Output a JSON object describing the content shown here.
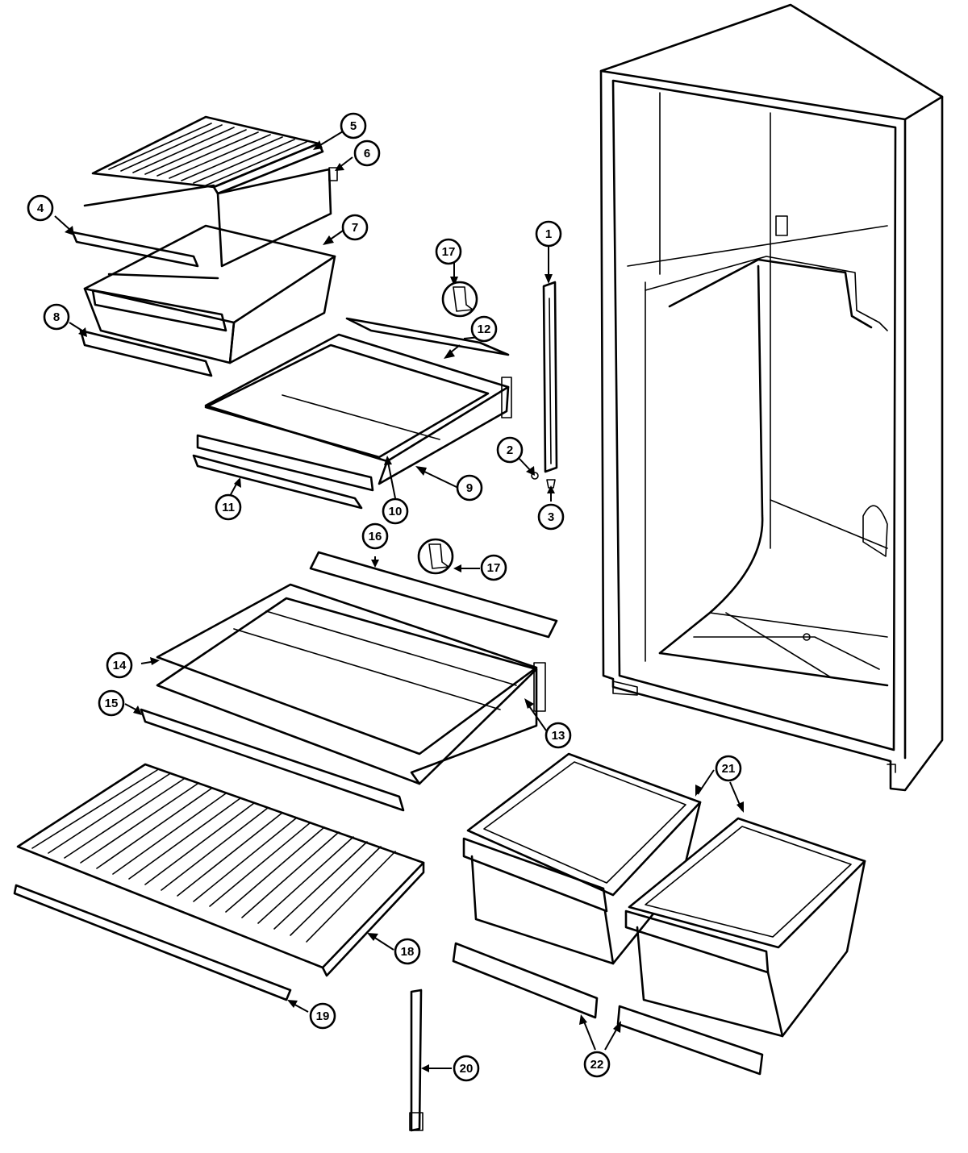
{
  "callouts": [
    {
      "label": "1"
    },
    {
      "label": "2"
    },
    {
      "label": "3"
    },
    {
      "label": "4"
    },
    {
      "label": "5"
    },
    {
      "label": "6"
    },
    {
      "label": "7"
    },
    {
      "label": "8"
    },
    {
      "label": "9"
    },
    {
      "label": "10"
    },
    {
      "label": "11"
    },
    {
      "label": "12"
    },
    {
      "label": "13"
    },
    {
      "label": "14"
    },
    {
      "label": "15"
    },
    {
      "label": "16"
    },
    {
      "label": "17"
    },
    {
      "label": "17"
    },
    {
      "label": "18"
    },
    {
      "label": "19"
    },
    {
      "label": "20"
    },
    {
      "label": "21"
    },
    {
      "label": "22"
    }
  ]
}
